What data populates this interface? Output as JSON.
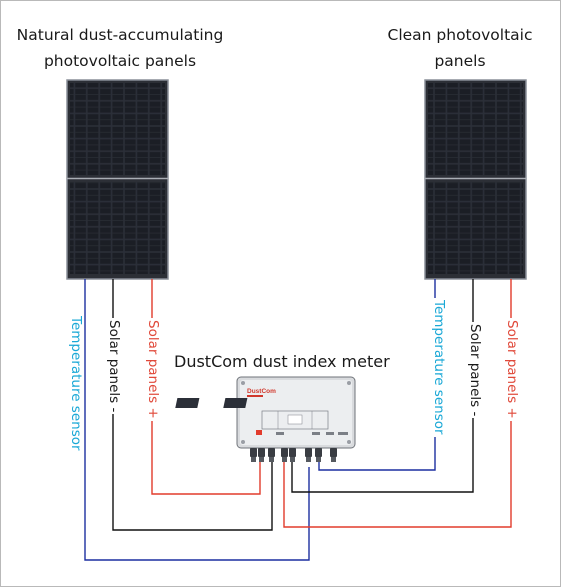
{
  "left_panel": {
    "title_line1": "Natural dust-accumulating",
    "title_line2": "photovoltaic panels",
    "labels": {
      "temperature": "Temperature sensor",
      "solar_minus": "Solar panels -",
      "solar_plus": "Solar panels +"
    }
  },
  "right_panel": {
    "title_line1": "Clean photovoltaic",
    "title_line2": "panels",
    "labels": {
      "temperature": "Temperature sensor",
      "solar_minus": "Solar panels -",
      "solar_plus": "Solar panels +"
    }
  },
  "meter": {
    "title": "DustCom dust index meter",
    "brand": "DustCom"
  },
  "colors": {
    "temperature_wire": "#1c2fa0",
    "solar_minus_wire": "#111111",
    "solar_plus_wire": "#e23b2c",
    "temperature_text": "#1aa8d6",
    "solar_plus_text": "#e0493a"
  }
}
